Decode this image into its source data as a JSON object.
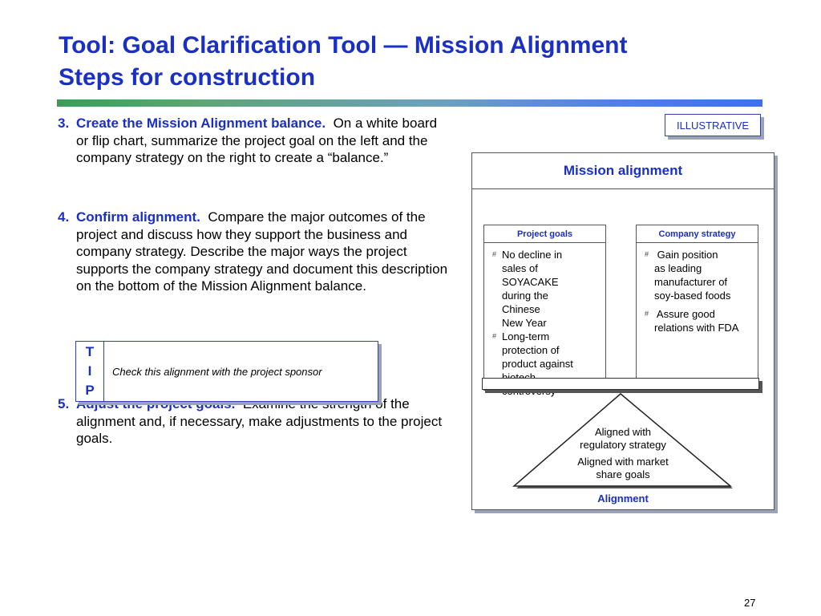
{
  "title": {
    "line1": "Tool:  Goal Clarification Tool — Mission Alignment",
    "line2": "Steps for construction"
  },
  "steps": [
    {
      "num": "3.",
      "head": "Create the Mission Alignment balance.",
      "text": "On a white board or flip chart, summarize the project goal on the left and the company strategy on the right to create a “balance.”"
    },
    {
      "num": "4.",
      "head": "Confirm alignment.",
      "text": "Compare the major outcomes of the project and discuss how they support the business and company strategy.  Describe the major ways the project supports the company strategy and document this description on the bottom of the Mission Alignment balance."
    },
    {
      "num": "5.",
      "head": "Adjust the project goals.",
      "text": "Examine the strength of the alignment and, if necessary, make adjustments to the project goals."
    }
  ],
  "tip": {
    "letters": [
      "T",
      "I",
      "P"
    ],
    "text": "Check this alignment with the project sponsor"
  },
  "badge": "ILLUSTRATIVE",
  "diagram": {
    "title": "Mission alignment",
    "project_goals": {
      "header": "Project goals",
      "items": [
        [
          "No decline in",
          "sales of",
          "SOYACAKE",
          "during the",
          "Chinese",
          "New Year"
        ],
        [
          "Long-term",
          "protection of",
          "product against",
          "biotech",
          "controversy"
        ]
      ]
    },
    "company_strategy": {
      "header": "Company strategy",
      "items": [
        [
          " Gain position",
          "as leading",
          "manufacturer of",
          "soy-based foods"
        ],
        [
          " Assure good",
          "relations with FDA"
        ]
      ]
    },
    "bullet_mark": "#",
    "fulcrum": {
      "line1a": "Aligned with",
      "line1b": "regulatory strategy",
      "line2a": "Aligned with market",
      "line2b": "share goals"
    },
    "alignment_label": "Alignment"
  },
  "page_number": "27"
}
